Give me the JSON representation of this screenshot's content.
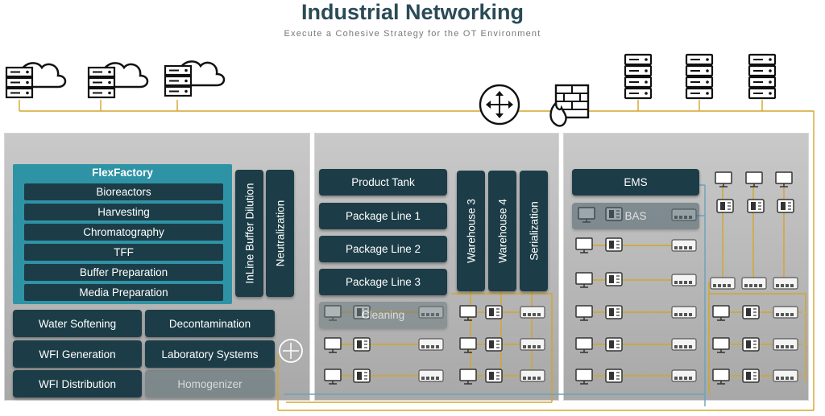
{
  "title": "Industrial Networking",
  "subtitle": "Execute a Cohesive Strategy for the OT Environment",
  "colors": {
    "teal_frame": "#2f93a6",
    "dark_box": "#1c3d47",
    "link_gold": "#d4a529",
    "link_blue": "#6aa2b8",
    "panel_gray": "#b4b4b4"
  },
  "icons": [
    "cloud-server-icon",
    "server-rack-icon",
    "router-icon",
    "firewall-icon",
    "switch-icon",
    "monitor-icon",
    "controller-icon"
  ],
  "flexfactory": {
    "title": "FlexFactory",
    "items": [
      "Bioreactors",
      "Harvesting",
      "Chromatography",
      "TFF",
      "Buffer Preparation",
      "Media Preparation"
    ]
  },
  "left_panel": {
    "inline_buffer": "InLine Buffer Dilution",
    "neutralization": "Neutralization",
    "water_softening": "Water Softening",
    "decontamination": "Decontamination",
    "wfi_generation": "WFI Generation",
    "laboratory_systems": "Laboratory Systems",
    "wfi_distribution": "WFI Distribution",
    "homogenizer": "Homogenizer"
  },
  "middle_panel": {
    "product_tank": "Product Tank",
    "package_line_1": "Package Line 1",
    "package_line_2": "Package Line 2",
    "package_line_3": "Package Line 3",
    "cleaning": "Cleaning",
    "warehouse_3": "Warehouse 3",
    "warehouse_4": "Warehouse 4",
    "serialization": "Serialization"
  },
  "right_panel": {
    "ems": "EMS",
    "bas": "BAS"
  }
}
